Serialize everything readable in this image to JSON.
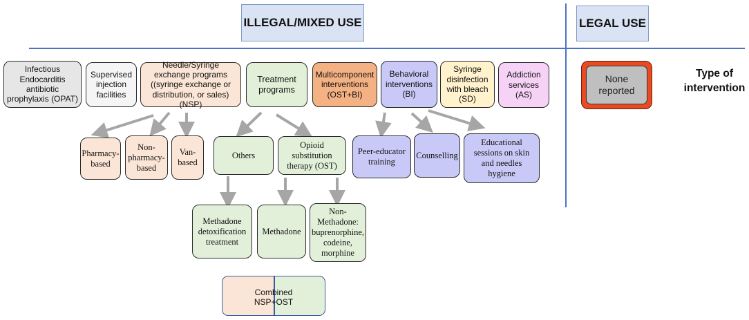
{
  "headers": {
    "illegal": "ILLEGAL/MIXED USE",
    "legal": "LEGAL USE"
  },
  "type_label": "Type of intervention",
  "legal_box": "None reported",
  "top_row": {
    "opat": "Infectious Endocarditis antibiotic prophylaxis (OPAT)",
    "supervised": "Supervised injection facilities",
    "nsp": "Needle/Syringe exchange programs ((syringe exchange or distribution, or sales) (NSP)",
    "treatment": "Treatment programs",
    "multicomponent": "Multicomponent interventions (OST+BI)",
    "behavioral": "Behavioral interventions (BI)",
    "syringe_disinfection": "Syringe disinfection with bleach (SD)",
    "addiction": "Addiction services (AS)"
  },
  "nsp_children": {
    "pharmacy": "Pharmacy-based",
    "non_pharmacy": "Non-pharmacy-based",
    "van": "Van-based"
  },
  "treatment_children": {
    "others": "Others",
    "ost": "Opioid substitution therapy (OST)"
  },
  "bi_children": {
    "peer": "Peer-educator training",
    "counselling": "Counselling",
    "educational": "Educational sessions on skin and needles hygiene"
  },
  "others_children": {
    "methadone_detox": "Methadone detoxification treatment"
  },
  "ost_children": {
    "methadone": "Methadone",
    "non_methadone": "Non-Methadone: buprenorphine, codeine, morphine"
  },
  "combined": "Combined NSP+OST",
  "colors": {
    "grey": "#e6e6e6",
    "white": "#f5f5f5",
    "peach": "#fbe5d6",
    "green": "#e2f0d9",
    "orange": "#f4b183",
    "lavender": "#c9c9f7",
    "yellow": "#fff2cc",
    "pink": "#f6d3f6",
    "header": "#dae3f3",
    "line": "#4a72c4",
    "none_fill": "#bfbfbf",
    "none_border": "#e84b22"
  }
}
